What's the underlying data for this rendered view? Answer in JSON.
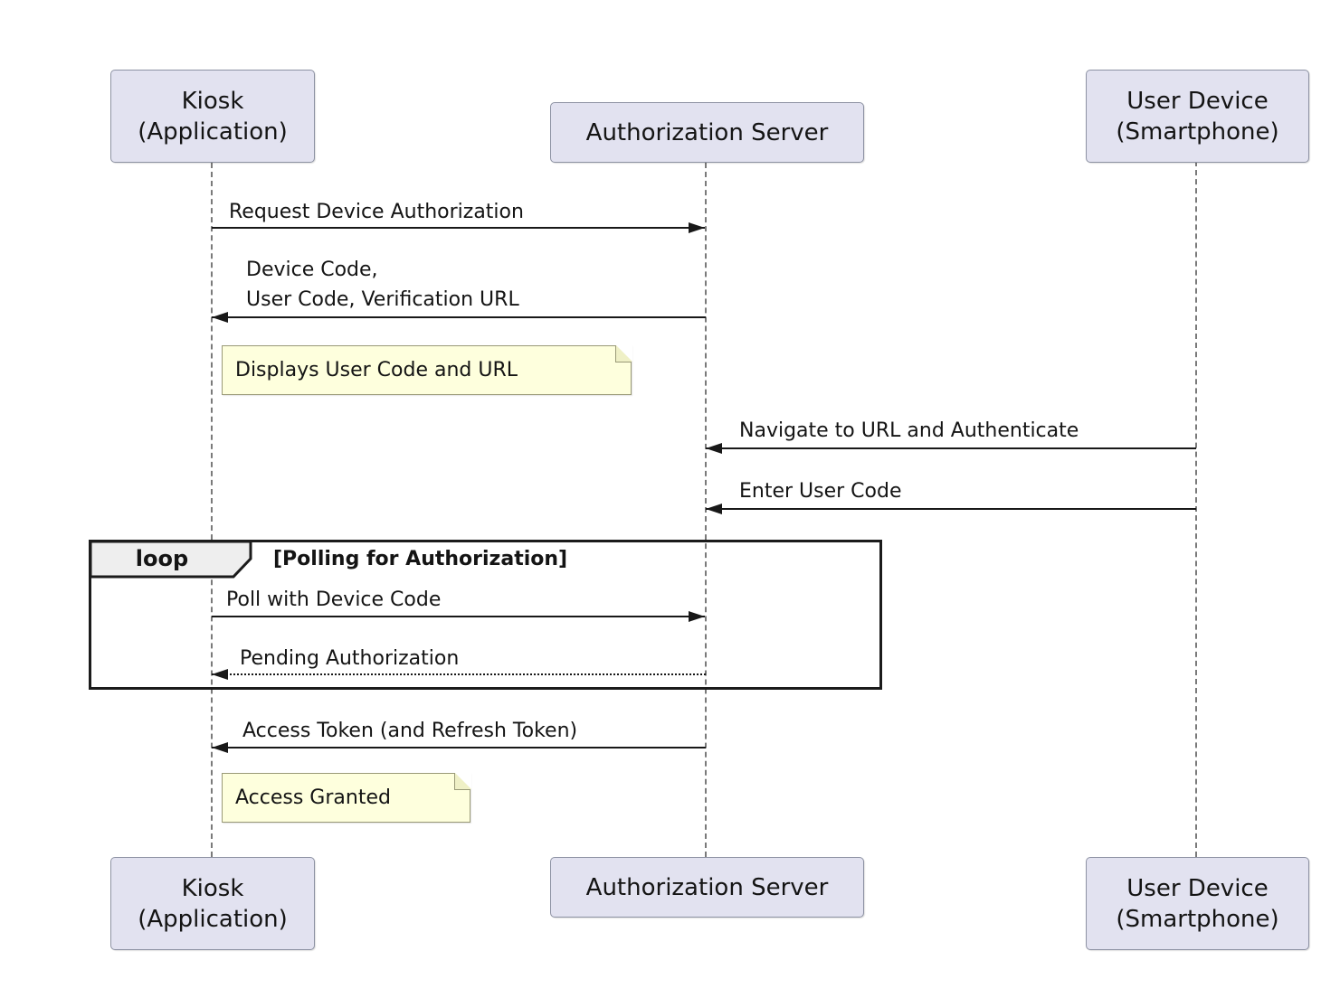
{
  "diagram_type": "sequence",
  "actors": {
    "kiosk": "Kiosk\n(Application)",
    "auth_server": "Authorization Server",
    "user_device": "User Device\n(Smartphone)"
  },
  "messages": {
    "request_device_auth": "Request Device Authorization",
    "device_code_response": "Device Code,\nUser Code, Verification URL",
    "navigate_url": "Navigate to URL and Authenticate",
    "enter_user_code": "Enter User Code",
    "poll_device_code": "Poll with Device Code",
    "pending_auth": "Pending Authorization",
    "access_token": "Access Token (and Refresh Token)"
  },
  "notes": {
    "displays_code": "Displays User Code and URL",
    "access_granted": "Access Granted"
  },
  "loop": {
    "keyword": "loop",
    "condition": "[Polling for Authorization]"
  },
  "flow": [
    {
      "from": "kiosk",
      "to": "auth_server",
      "label": "Request Device Authorization",
      "style": "solid"
    },
    {
      "from": "auth_server",
      "to": "kiosk",
      "label": "Device Code,\nUser Code, Verification URL",
      "style": "solid"
    },
    {
      "note_over": "kiosk",
      "label": "Displays User Code and URL"
    },
    {
      "from": "user_device",
      "to": "auth_server",
      "label": "Navigate to URL and Authenticate",
      "style": "solid"
    },
    {
      "from": "user_device",
      "to": "auth_server",
      "label": "Enter User Code",
      "style": "solid"
    },
    {
      "loop_start": true,
      "condition": "[Polling for Authorization]"
    },
    {
      "from": "kiosk",
      "to": "auth_server",
      "label": "Poll with Device Code",
      "style": "solid"
    },
    {
      "from": "auth_server",
      "to": "kiosk",
      "label": "Pending Authorization",
      "style": "dotted"
    },
    {
      "loop_end": true
    },
    {
      "from": "auth_server",
      "to": "kiosk",
      "label": "Access Token (and Refresh Token)",
      "style": "solid"
    },
    {
      "note_over": "kiosk",
      "label": "Access Granted"
    }
  ],
  "colors": {
    "background": "#FFFFFF",
    "actor_fill": "#E2E2F0",
    "actor_border": "#8D92A3",
    "note_fill": "#FEFFDD",
    "note_border": "#999977",
    "loop_frame_border": "#1B1B1B",
    "loop_header_fill": "#EEEEEE",
    "lifeline": "#7A7A7A",
    "line": "#181818",
    "text": "#141414"
  }
}
